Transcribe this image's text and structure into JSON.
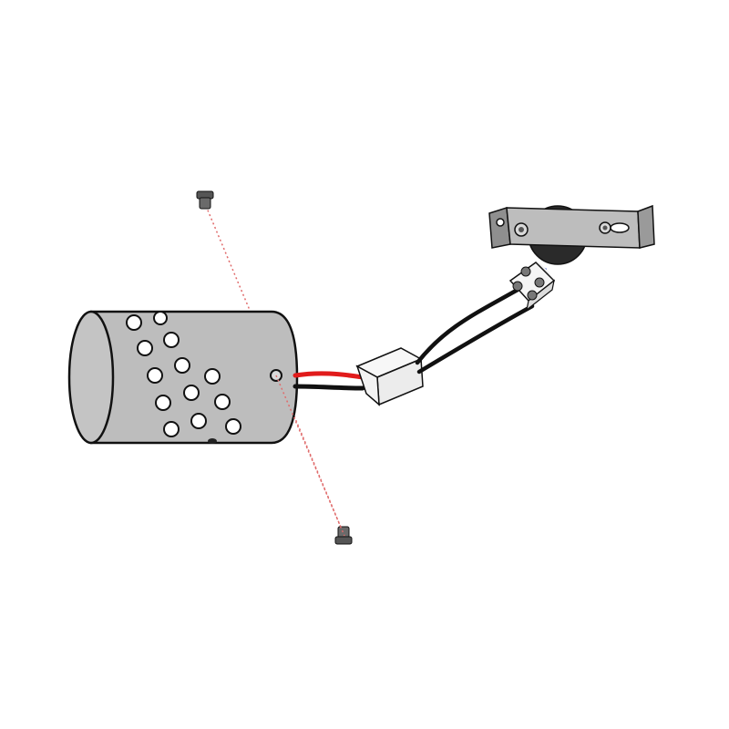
{
  "diagram": {
    "description_visible_text": "",
    "colors": {
      "background": "#ffffff",
      "outline": "#111111",
      "metal_gray": "#bdbdbd",
      "metal_dark": "#8f8f8f",
      "wire_red": "#e11b1b",
      "wire_black": "#111111",
      "wire_blue": "#1f3fbf",
      "guide_line": "#e06b6b",
      "connector_white": "#f7f7f7",
      "screw_gray": "#555555",
      "knob_dark": "#2a2a2a"
    },
    "parts": [
      "cylinder-housing",
      "top-screw",
      "bottom-screw",
      "wire-splice-connector",
      "terminal-block",
      "mounting-bracket"
    ]
  }
}
